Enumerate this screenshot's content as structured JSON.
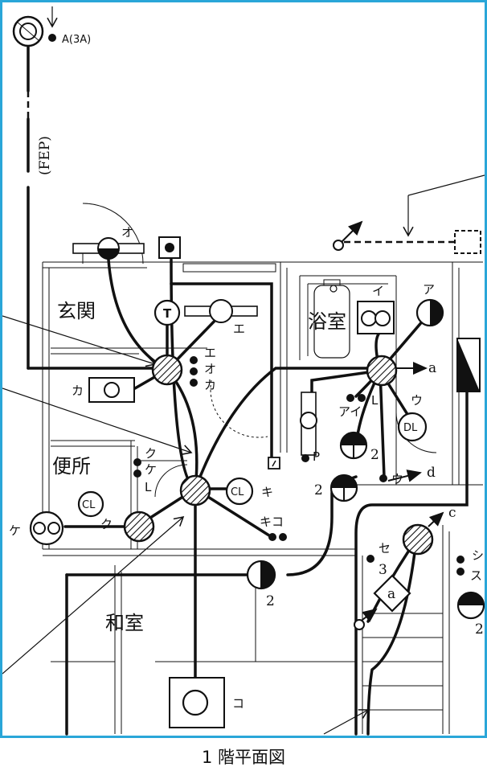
{
  "caption": "1 階平面図",
  "service": {
    "label": "A(3A)",
    "conduit": "(FEP)"
  },
  "rooms": {
    "genkan": "玄関",
    "yokushitsu": "浴室",
    "benjo": "便所",
    "washitsu": "和室"
  },
  "labels": {
    "o": "オ",
    "e": "エ",
    "eoka": [
      "エ",
      "オ",
      "カ"
    ],
    "ka": "カ",
    "i": "イ",
    "a_kata": "ア",
    "ai_l": [
      "アイ",
      "L"
    ],
    "u": "ウ",
    "u2": "ウ",
    "kuke_l": [
      "ク",
      "ケ",
      "L"
    ],
    "ku": "ク",
    "ke": "ケ",
    "ki": "キ",
    "kiko": "キコ",
    "ko": "コ",
    "se": "セ",
    "se3": "3",
    "su": "ス",
    "shi": "シ",
    "p": "P",
    "two": "2",
    "arrow_a": "a",
    "arrow_c": "c",
    "arrow_d": "d",
    "diamond_a": "a",
    "T": "T",
    "DL": "DL",
    "CL": "CL"
  }
}
